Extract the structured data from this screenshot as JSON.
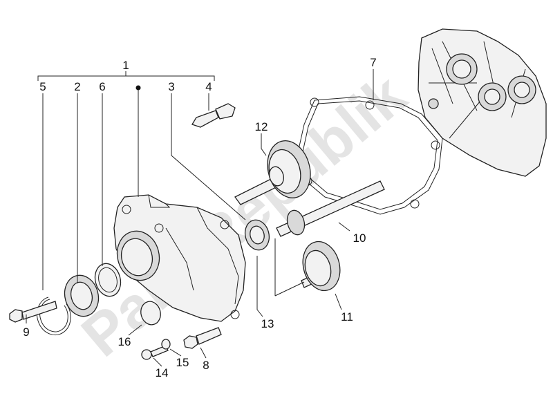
{
  "watermark": "PartsRepublik",
  "callouts": {
    "c1": "1",
    "c2": "2",
    "c3": "3",
    "c4": "4",
    "c5": "5",
    "c6": "6",
    "c7": "7",
    "c8": "8",
    "c9": "9",
    "c10": "10",
    "c11": "11",
    "c12": "12",
    "c13": "13",
    "c14": "14",
    "c15": "15",
    "c16": "16"
  }
}
